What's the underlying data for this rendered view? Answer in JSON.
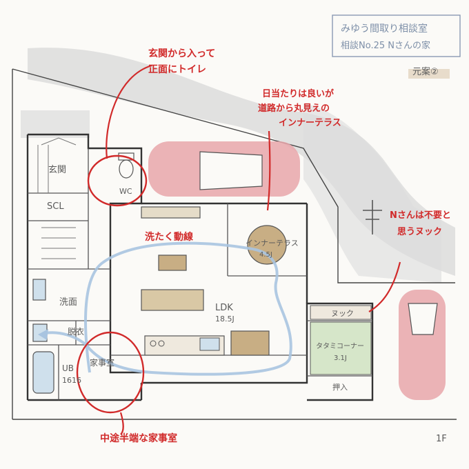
{
  "header": {
    "title_line1": "みゆう間取り相談室",
    "title_line2": "相談No.25 Nさんの家",
    "plan_tag": "元案②"
  },
  "rooms": {
    "entrance": "玄関",
    "scl": "SCL",
    "wc": "WC",
    "washroom": "洗面",
    "dressing": "脱衣",
    "bath_name": "UB",
    "bath_size": "1616",
    "housework": "家事室",
    "ldk_name": "LDK",
    "ldk_size": "18.5J",
    "inner_terrace_name": "インナーテラス",
    "inner_terrace_size": "4.5J",
    "nook": "ヌック",
    "tatami_name": "タタミコーナー",
    "tatami_size": "3.1J",
    "storage": "押入",
    "floor": "1F"
  },
  "annotations": {
    "toilet_line1": "玄関から入って",
    "toilet_line2": "正面にトイレ",
    "terrace_line1": "日当たりは良いが",
    "terrace_line2": "道路から丸見えの",
    "terrace_line3": "インナーテラス",
    "laundry": "洗たく動線",
    "nook_line1": "Nさんは不要と",
    "nook_line2": "思うヌック",
    "housework": "中途半端な家事室"
  },
  "colors": {
    "annotation": "#d12a2a",
    "flow": "#a8c4e0",
    "car": "#e7a3a8",
    "road": "#d9d9d9",
    "wall": "#333333"
  }
}
